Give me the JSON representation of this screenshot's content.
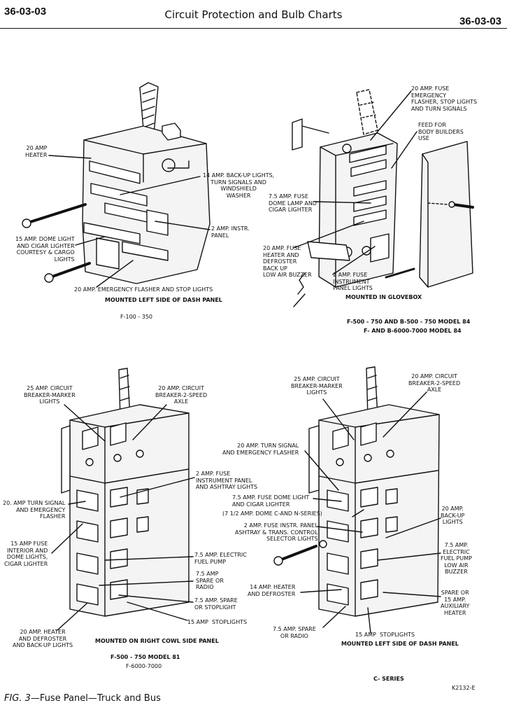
{
  "header": {
    "page_left": "36-03-03",
    "title": "Circuit Protection and Bulb Charts",
    "page_right": "36-03-03"
  },
  "panel_f100": {
    "labels": {
      "heater": "20 AMP\nHEATER",
      "backup": "14 AMP. BACK-UP LIGHTS,\nTURN SIGNALS AND\nWINDSHIELD\nWASHER",
      "instr": "2 AMP. INSTR.\nPANEL",
      "dome": "15 AMP. DOME LIGHT\nAND CIGAR LIGHTER\nCOURTESY & CARGO\nLIGHTS",
      "emergency": "20 AMP. EMERGENCY FLASHER AND STOP LIGHTS"
    },
    "mounted": "MOUNTED LEFT SIDE OF DASH PANEL",
    "model": "F-100 - 350"
  },
  "panel_f500_84": {
    "labels": {
      "emergency": "20 AMP. FUSE\nEMERGENCY\nFLASHER, STOP LIGHTS\nAND TURN SIGNALS",
      "feed": "FEED FOR\nBODY BUILDERS\nUSE",
      "dome": "7.5 AMP. FUSE\nDOME LAMP AND\nCIGAR LIGHTER",
      "heater": "20 AMP. FUSE\nHEATER AND\nDEFROSTER\nBACK UP\nLOW AIR BUZZER",
      "instr": "2 AMP. FUSE\nINSTRUMENT\nPANEL LIGHTS"
    },
    "mounted": "MOUNTED IN GLOVEBOX",
    "model_line1": "F-500 - 750 AND B-500 - 750  MODEL 84",
    "model_line2": "F- AND B-6000-7000 MODEL 84"
  },
  "panel_f500_81": {
    "labels": {
      "breaker_marker": "25 AMP. CIRCUIT\nBREAKER-MARKER\nLIGHTS",
      "breaker_2speed": "20 AMP. CIRCUIT\nBREAKER-2-SPEED\nAXLE",
      "instr": "2 AMP. FUSE\nINSTRUMENT PANEL\nAND ASHTRAY LIGHTS",
      "turn": "20. AMP TURN SIGNAL\nAND EMERGENCY\nFLASHER",
      "interior": "15 AMP FUSE\nINTERIOR AND\nDOME LIGHTS,\nCIGAR LIGHTER",
      "fuelpump": "7.5 AMP. ELECTRIC\nFUEL PUMP",
      "spare_radio": "7.5 AMP\nSPARE OR\nRADIO",
      "spare_stop": "7.5 AMP. SPARE\nOR STOPLIGHT",
      "stoplights": "15 AMP  STOPLIGHTS",
      "heater": "20 AMP. HEATER\nAND DEFROSTER\nAND BACK-UP LIGHTS"
    },
    "mounted": "MOUNTED ON RIGHT COWL SIDE PANEL",
    "model_line1": "F-500 - 750  MODEL 81",
    "model_line2": "F-6000-7000"
  },
  "panel_c_series": {
    "labels": {
      "breaker_marker": "25 AMP. CIRCUIT\nBREAKER-MARKER\nLIGHTS",
      "breaker_2speed": "20 AMP. CIRCUIT\nBREAKER-2-SPEED\nAXLE",
      "turn": "20 AMP. TURN SIGNAL\nAND EMERGENCY FLASHER",
      "dome": "7.5 AMP. FUSE DOME LIGHT\nAND CIGAR LIGHTER",
      "dome_alt": "(7 1/2 AMP. DOME C-AND N-SERIES)",
      "instr": "2 AMP. FUSE INSTR. PANEL\nASHTRAY & TRANS. CONTROL\nSELECTOR LIGHTS",
      "backup": "20 AMP.\nBACK-UP\nLIGHTS",
      "fuelpump": "7.5 AMP.\nELECTRIC\nFUEL PUMP\nLOW AIR\nBUZZER",
      "heater": "14 AMP. HEATER\nAND DEFROSTER",
      "spare_aux": "SPARE OR\n15 AMP.\nAUXILIARY\nHEATER",
      "spare_radio": "7.5 AMP. SPARE\nOR RADIO",
      "stoplights": "15 AMP  STOPLIGHTS"
    },
    "mounted": "MOUNTED LEFT SIDE OF DASH PANEL",
    "series": "C- SERIES"
  },
  "figure": {
    "code": "K2132-E",
    "number": "FIG. 3",
    "caption": "—Fuse Panel—Truck and Bus"
  }
}
